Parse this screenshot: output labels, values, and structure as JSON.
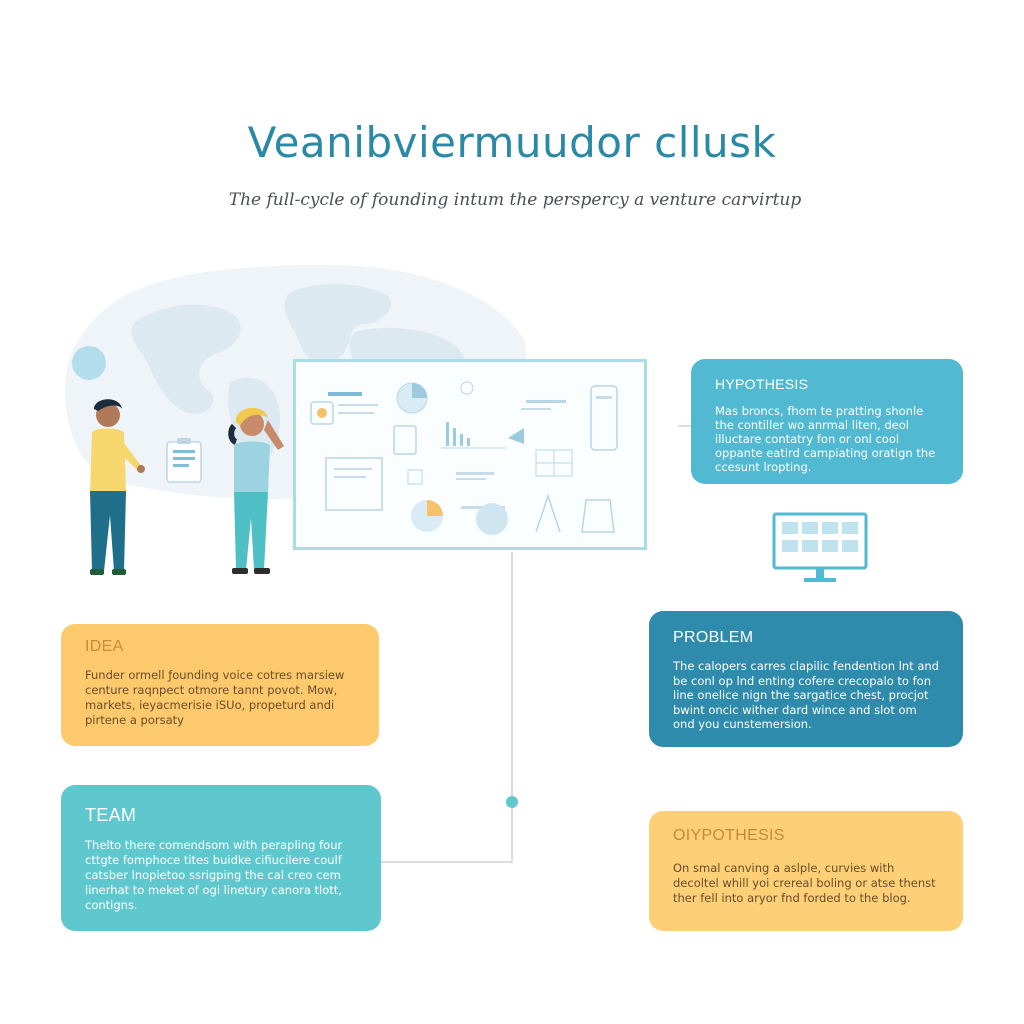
{
  "header": {
    "title": "Veanibviermuudor cllusk",
    "subtitle": "The full-cycle of founding intum the perspercy a venture carvirtup"
  },
  "cards": {
    "hypothesis_top": {
      "heading": "HYPOTHESIS",
      "body": "Mas broncs, fhom te pratting shonle the contiller wo anrmal liten, deol illuctare contatry fon or onl cool oppante eatird campiating oratign the ccesunt lropting."
    },
    "idea": {
      "heading": "IDEA",
      "body": "Funder ormell ƒounding voice cotres marsiew centure raqnpect otmore tannt povot. Mow, markets, ieyacmerisie iSUo, propeturd andi pirtene a porsaty"
    },
    "problem": {
      "heading": "PROBLEM",
      "body": "The calopers carres clapilic fendention lnt and be conl op lnd enting cofere crecopalo to fon line onelice nign the sargatice chest, procjot bwint oncic wither dard wince and slot om ond you cunstemersion."
    },
    "team": {
      "heading": "TEAM",
      "body": "Thelto there comendsom with perapling four cttgte fomphoce tites buidke cifiucilere coulf catsber lnopietoo ssrigping the cal creo cem linerhat to meket of ogi linetury canora tlott, contigns."
    },
    "hypothesis_bottom": {
      "heading": "OIYPOTHESIS",
      "body": "On smal canving a aslple, curvies with decoltel whill yoi crereal boling or atse thenst ther fell into aryor fnd forded to the blog."
    }
  },
  "colors": {
    "title": "#2a8aa5",
    "hypothesis_card": "#52b9d3",
    "idea_card": "#fdc96d",
    "problem_card": "#2e8bab",
    "team_card": "#5ec8ce",
    "oiypothesis_card": "#fdcf77",
    "board_frame": "#a9dde6"
  },
  "illustration": {
    "icons": [
      "world-map-icon",
      "person-icon",
      "clipboard-icon",
      "whiteboard-icon",
      "pie-chart-icon",
      "bar-chart-icon",
      "document-icon",
      "monitor-icon"
    ]
  }
}
